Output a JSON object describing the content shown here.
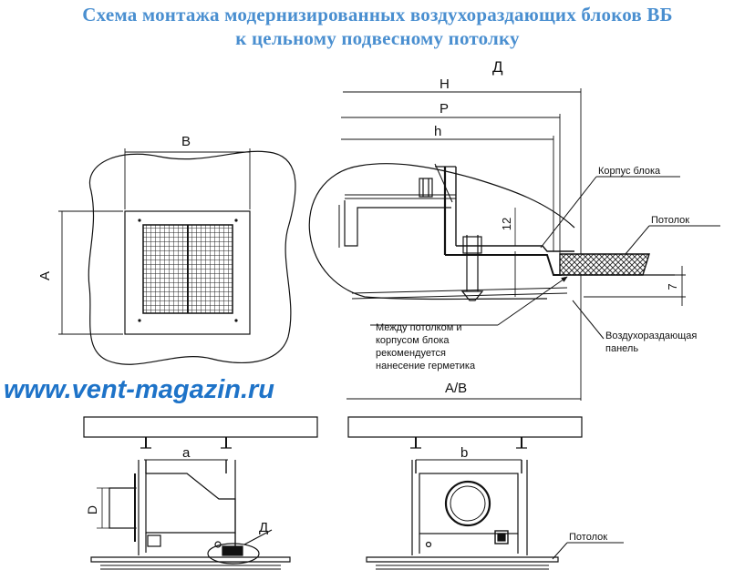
{
  "title": {
    "line1": "Схема монтажа модернизированных воздухораздающих блоков ВБ",
    "line2": "к цельному подвесному потолку"
  },
  "website": "www.vent-magazin.ru",
  "dimensions": {
    "B": "B",
    "A": "A",
    "D_detail": "Д",
    "H": "H",
    "P": "P",
    "h": "h",
    "AB": "A/B",
    "d12": "12",
    "d7": "7",
    "a": "a",
    "b": "b",
    "D": "D",
    "D_mark": "Д"
  },
  "labels": {
    "body": "Корпус блока",
    "ceiling": "Потолок",
    "panel_line1": "Воздухораздающая",
    "panel_line2": "панель",
    "note_line1": "Между потолком и",
    "note_line2": "корпусом блока",
    "note_line3": "рекомендуется",
    "note_line4": "нанесение герметика",
    "ceiling_bottom": "Потолок"
  },
  "colors": {
    "title": "#4a8fd0",
    "website": "#1e73c8",
    "lines": "#111111"
  }
}
